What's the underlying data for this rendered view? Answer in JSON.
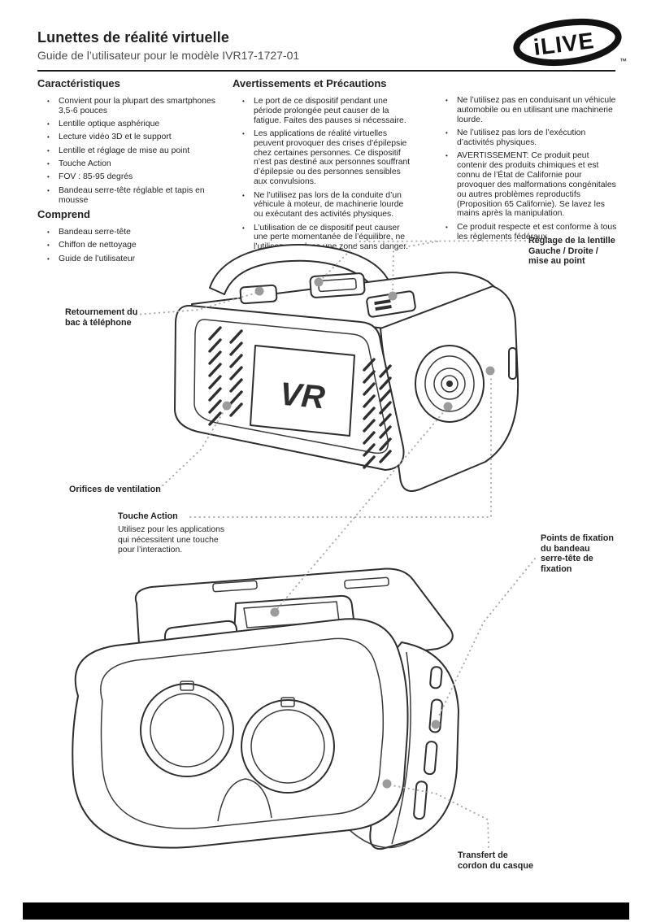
{
  "header": {
    "title": "Lunettes de réalité virtuelle",
    "subtitle": "Guide de l’utilisateur pour le modèle IVR17-1727-01",
    "logo_text": "iLIVE",
    "logo_tm": "™"
  },
  "features": {
    "heading": "Caractéristiques",
    "items": [
      "Convient pour la plupart des smartphones 3,5-6 pouces",
      "Lentille optique asphérique",
      "Lecture vidéo 3D et le support",
      "Lentille et réglage de mise au point",
      "Touche Action",
      "FOV : 85-95 degrés",
      "Bandeau serre-tête réglable et tapis en mousse"
    ]
  },
  "includes": {
    "heading": "Comprend",
    "items": [
      "Bandeau serre-tête",
      "Chiffon de nettoyage",
      "Guide de l’utilisateur"
    ]
  },
  "warnings": {
    "heading": "Avertissements et Précautions",
    "items": [
      "Le port de ce dispositif pendant une période prolongée peut causer de la fatigue. Faites des pauses si nécessaire.",
      "Les applications de réalité virtuelles peuvent provoquer des crises d’épilepsie chez certaines personnes. Ce dispositif n’est pas destiné aux personnes souffrant d’épilepsie ou des personnes sensibles aux convulsions.",
      "Ne l’utilisez pas lors de la conduite d’un véhicule à moteur, de machinerie lourde ou exécutant des activités physiques.",
      "L’utilisation de ce dispositif peut causer une perte momentanée de l’équilibre, ne l’utilisez que dans une zone sans danger."
    ]
  },
  "warnings_col2": {
    "items": [
      "Ne l’utilisez pas en conduisant un véhicule automobile ou en utilisant une machinerie lourde.",
      "Ne l’utilisez pas lors de l’exécution d’activités physiques.",
      "AVERTISSEMENT: Ce produit peut contenir des produits chimiques et est connu de l’État de Californie pour provoquer des malformations congénitales ou autres problèmes reproductifs (Proposition 65 Californie). Se lavez les mains après la manipulation.",
      "Ce produit respecte et est conforme à tous les règlements fédéraux."
    ]
  },
  "callouts": {
    "lens_adjustment": "Réglage de la lentille\nGauche / Droite /\nmise au point",
    "phone_tray": "Retournement du\nbac à téléphone",
    "vents": "Orifices de ventilation",
    "action_button_title": "Touche Action",
    "action_button_desc": "Utilisez pour les applications\nqui nécessitent une touche\npour l’interaction.",
    "strap_points": "Points de fixation\ndu bandeau\nserre-tête de\nfixation",
    "cord_transfer": "Transfert de\ncordon du casque"
  },
  "illustrations": {
    "front_logo": "VR"
  },
  "colors": {
    "ink": "#231f20",
    "line_art": "#2e2e2e",
    "leader_dots": "#ababab",
    "anchor_dots": "#9b9b9b",
    "footer_bar": "#000000"
  }
}
